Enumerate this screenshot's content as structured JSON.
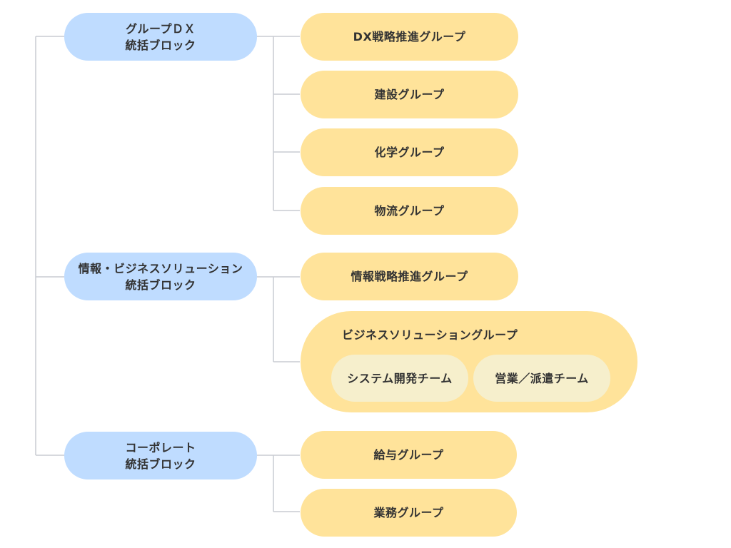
{
  "blocks": [
    {
      "line1": "グループＤＸ",
      "line2": "統括ブロック",
      "groups": [
        "DX戦略推進グループ",
        "建設グループ",
        "化学グループ",
        "物流グループ"
      ]
    },
    {
      "line1": "情報・ビジネスソリューション",
      "line2": "統括ブロック",
      "groups": [
        "情報戦略推進グループ"
      ],
      "nested_group": {
        "label": "ビジネスソリューショングループ",
        "teams": [
          "システム開発チーム",
          "営業／派遣チーム"
        ]
      }
    },
    {
      "line1": "コーポレート",
      "line2": "統括ブロック",
      "groups": [
        "給与グループ",
        "業務グループ"
      ]
    }
  ],
  "colors": {
    "block": "#bfdcff",
    "group": "#ffe39a",
    "team": "#f6efcc",
    "connector": "#c8ccd2",
    "text": "#333333"
  }
}
